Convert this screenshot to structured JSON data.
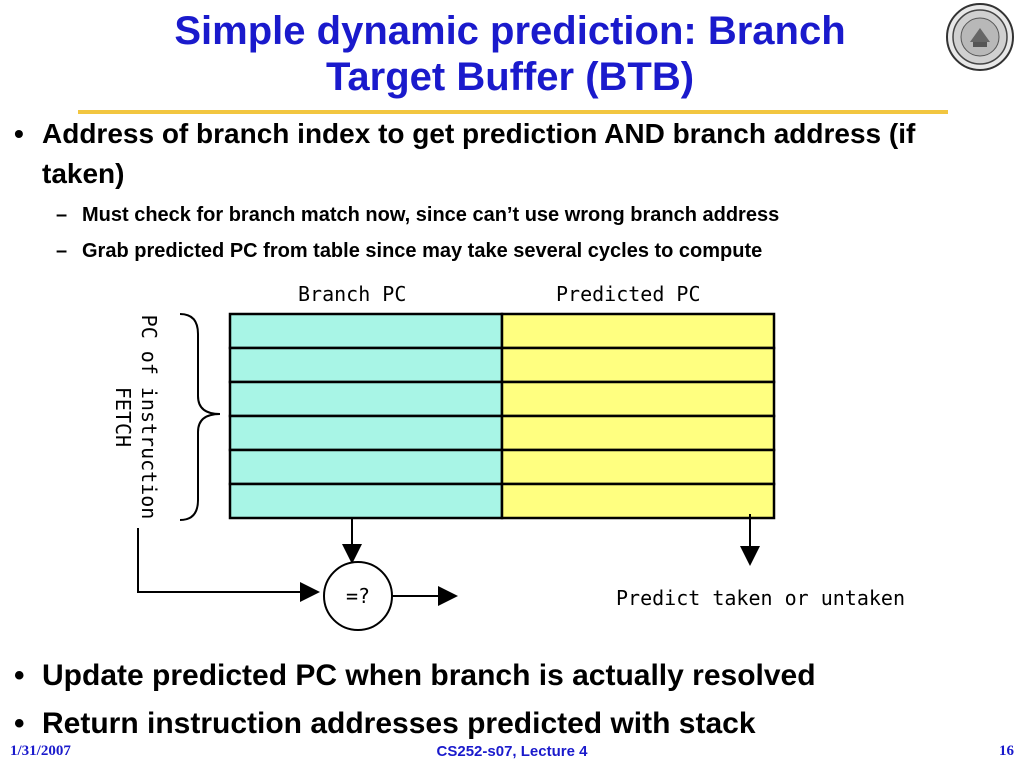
{
  "slide": {
    "title_line1": "Simple dynamic prediction: Branch",
    "title_line2": "Target Buffer (BTB)",
    "bullets": [
      {
        "text": "Address of branch index to get prediction AND branch address (if taken)",
        "subitems": [
          "Must check for branch match now, since can’t use wrong branch address",
          "Grab predicted PC from table since may take several cycles to compute"
        ]
      },
      {
        "text": "Update predicted PC when branch is actually resolved"
      },
      {
        "text": "Return instruction addresses predicted with stack"
      }
    ],
    "bullet_mark": "•",
    "dash_mark": "–"
  },
  "diagram": {
    "col_branch_pc": "Branch PC",
    "col_predicted_pc": "Predicted PC",
    "pc_label_line1": "PC of instruction",
    "pc_label_line2": "FETCH",
    "compare_label": "=?",
    "predict_label": "Predict taken or untaken",
    "rows": 6,
    "colors": {
      "branch_cell": "#a8f5e6",
      "predicted_cell": "#ffff80"
    }
  },
  "footer": {
    "date": "1/31/2007",
    "lecture": "CS252-s07, Lecture 4",
    "page": "16"
  },
  "theme": {
    "title_color": "#1a1acc",
    "rule_color": "#f2c640"
  }
}
